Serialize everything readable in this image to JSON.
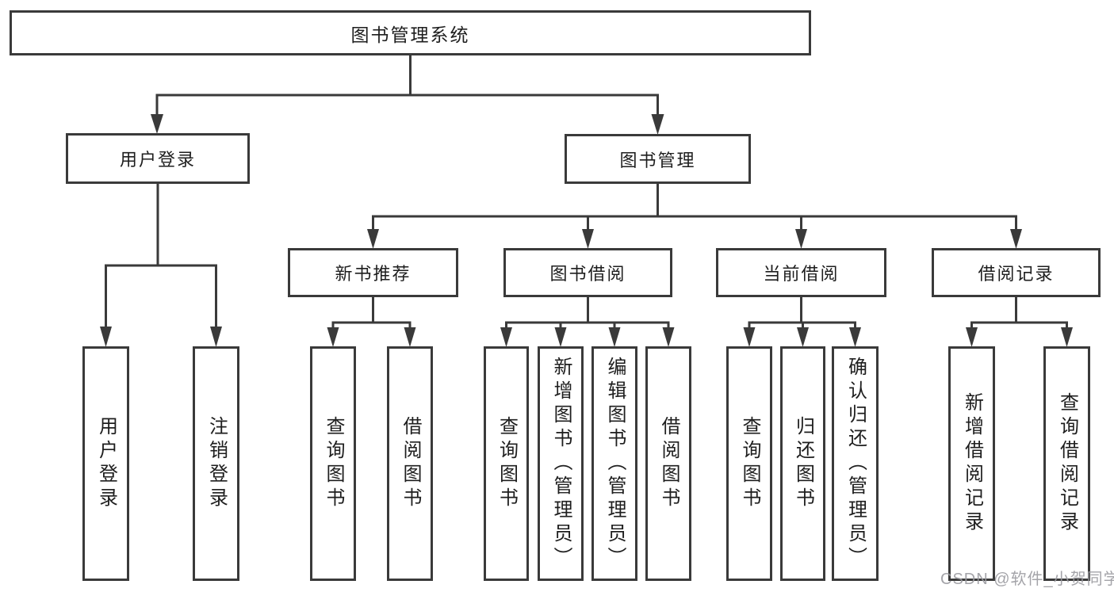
{
  "diagram": {
    "type": "tree",
    "root": {
      "label": "图书管理系统",
      "children": [
        {
          "label": "用户登录",
          "children": [
            {
              "label": "用户登录"
            },
            {
              "label": "注销登录"
            }
          ]
        },
        {
          "label": "图书管理",
          "children": [
            {
              "label": "新书推荐",
              "children": [
                {
                  "label": "查询图书"
                },
                {
                  "label": "借阅图书"
                }
              ]
            },
            {
              "label": "图书借阅",
              "children": [
                {
                  "label": "查询图书"
                },
                {
                  "label": "新增图书（管理员）"
                },
                {
                  "label": "编辑图书（管理员）"
                },
                {
                  "label": "借阅图书"
                }
              ]
            },
            {
              "label": "当前借阅",
              "children": [
                {
                  "label": "查询图书"
                },
                {
                  "label": "归还图书"
                },
                {
                  "label": "确认归还（管理员）"
                }
              ]
            },
            {
              "label": "借阅记录",
              "children": [
                {
                  "label": "新增借阅记录"
                },
                {
                  "label": "查询借阅记录"
                }
              ]
            }
          ]
        }
      ]
    },
    "colors": {
      "line": "#3a3a3a",
      "text": "#1e1e1e",
      "background": "#ffffff",
      "watermark": "#9a9aa0"
    }
  },
  "watermark": {
    "text": "CSDN @软件_小贺同学"
  }
}
